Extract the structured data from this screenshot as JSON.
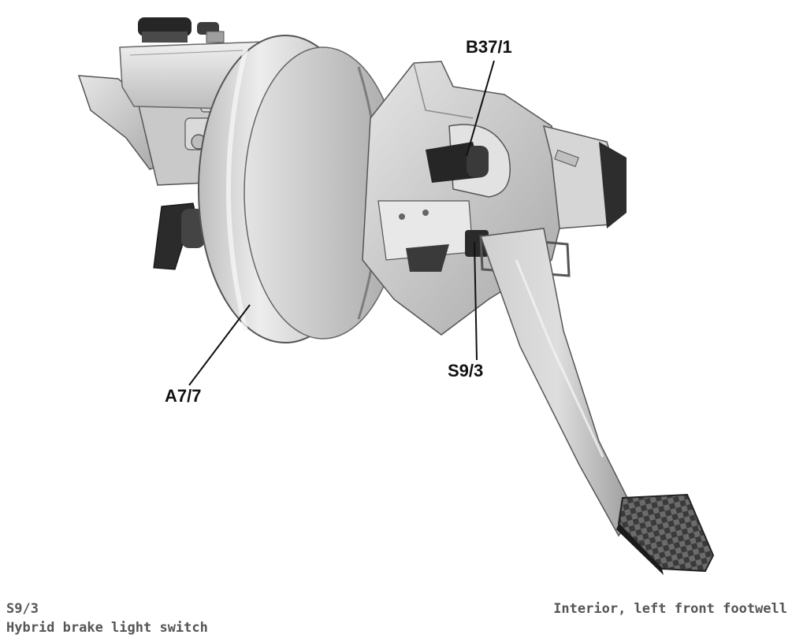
{
  "callouts": {
    "a7_7": "A7/7",
    "b37_1": "B37/1",
    "s9_3": "S9/3"
  },
  "caption": {
    "code": "S9/3",
    "name": "Hybrid brake light switch",
    "location": "Interior, left front footwell"
  },
  "colors": {
    "line": "#111111",
    "caption_text": "#555555"
  }
}
